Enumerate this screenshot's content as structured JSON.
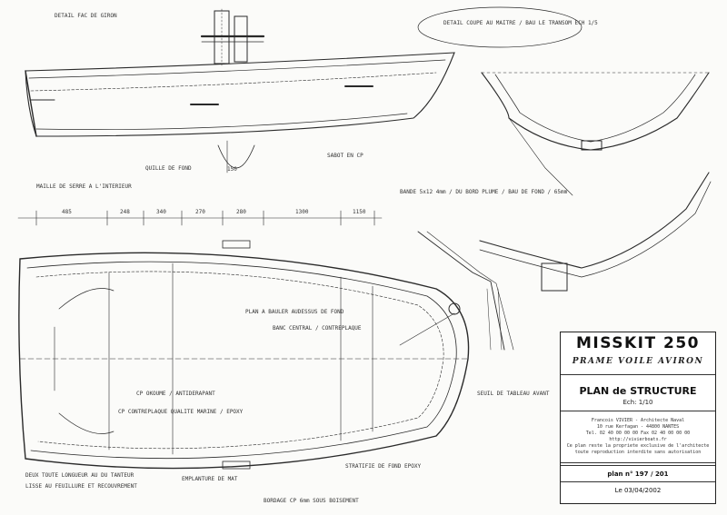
{
  "title_block": {
    "name": "MISSKIT 250",
    "subtitle": "PRAME VOILE AVIRON",
    "plan_title": "PLAN de STRUCTURE",
    "scale": "Ech: 1/10",
    "designer_lines": [
      "Francois VIVIER - Architecte Naval",
      "10 rue Kerfagan - 44800 NANTES",
      "Tel. 02 40 00 00 00  Fax 02 40 00 00 00",
      "http://vivierboats.fr",
      "Ce plan reste la propriete exclusive de l'architecte",
      "toute reproduction interdite sans autorisation"
    ],
    "plan_number": "plan n° 197 / 201",
    "date": "Le 03/04/2002"
  },
  "annotations": {
    "detail_gunwale": "DETAIL FAC DE GIRON",
    "bow_detail": "DETAIL COUPE AU MAITRE / BAU LE TRANSOM ECH 1/5",
    "half_frame": "MAILLE DE SERRE A L'INTERIEUR",
    "strip_note": "BANDE 5x12 4mm / DU BORD PLUME / BAU DE FOND / 65mm",
    "bench_note": "PLAN A BAULER AUDESSUS DE FOND",
    "thwart_note": "BANC CENTRAL / CONTREPLAQUE",
    "rib_note": "CP OKOUME / ANTIDERAPANT",
    "top_keel": "QUILLE DE FOND",
    "skeg_note": "SABOT EN CP",
    "bottom_note1": "DEUX TOUTE LONGUEUR AU DU TANTEUR",
    "bottom_note2": "LISSE AU FEUILLURE ET RECOUVREMENT",
    "bottom_note3": "BORDAGE CP 6mm SOUS BOISEMENT",
    "center_note": "CP CONTREPLAQUE QUALITE MARINE / EPOXY",
    "bottom_right_note": "STRATIFIE DE FOND EPOXY",
    "fore_note": "SEUIL DE TABLEAU AVANT",
    "mast_note": "EMPLANTURE DE MAT",
    "dims": [
      "485",
      "248",
      "340",
      "270",
      "280",
      "1300",
      "1150",
      "150"
    ]
  },
  "colors": {
    "ink": "#2a2a2a",
    "paper": "#fbfbf9"
  }
}
